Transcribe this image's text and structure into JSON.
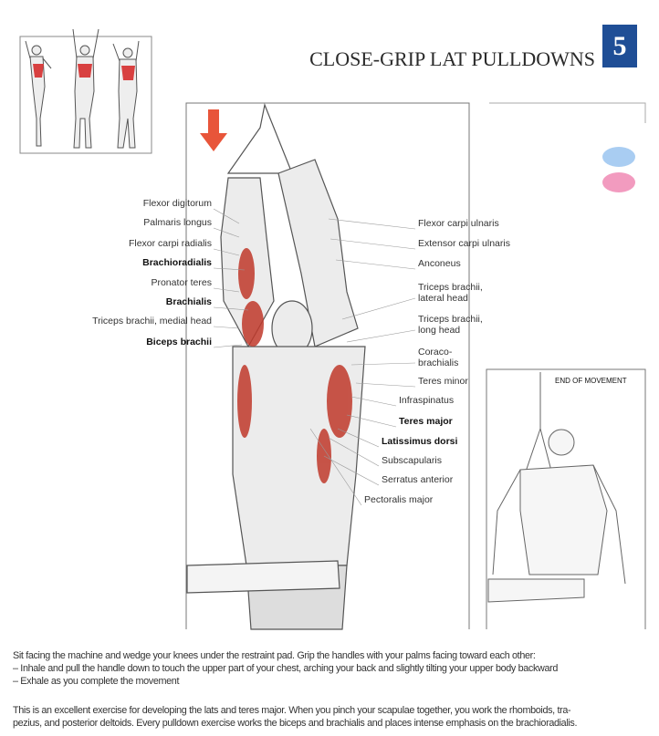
{
  "header": {
    "title": "CLOSE-GRIP LAT PULLDOWNS",
    "number": "5"
  },
  "labels_left": [
    {
      "text": "Flexor digitorum",
      "bold": false
    },
    {
      "text": "Palmaris longus",
      "bold": false
    },
    {
      "text": "Flexor carpi radialis",
      "bold": false
    },
    {
      "text": "Brachioradialis",
      "bold": true
    },
    {
      "text": "Pronator teres",
      "bold": false
    },
    {
      "text": "Brachialis",
      "bold": true
    },
    {
      "text": "Triceps brachii, medial head",
      "bold": false
    },
    {
      "text": "Biceps brachii",
      "bold": true
    }
  ],
  "labels_right": [
    {
      "text": "Flexor carpi ulnaris"
    },
    {
      "text": "Extensor carpi ulnaris"
    },
    {
      "text": "Anconeus"
    },
    {
      "text": "Triceps brachii,",
      "text2": "lateral head"
    },
    {
      "text": "Triceps brachii,",
      "text2": "long head"
    },
    {
      "text": "Coraco-",
      "text2": "brachialis"
    },
    {
      "text": "Teres minor"
    },
    {
      "text": "Infraspinatus"
    },
    {
      "text": "Teres major"
    },
    {
      "text": "Latissimus dorsi"
    },
    {
      "text": "Subscapularis"
    },
    {
      "text": "Serratus anterior"
    },
    {
      "text": "Pectoralis major"
    }
  ],
  "inset": {
    "label": "END OF MOVEMENT"
  },
  "instructions": {
    "line1": "Sit facing the machine and wedge your knees under the restraint pad. Grip the handles with your palms facing toward each other:",
    "line2": "– Inhale and pull the handle down to touch the upper part of your chest, arching your back and slightly tilting your upper body backward",
    "line3": "– Exhale as you complete the movement"
  },
  "description": {
    "line1": "This is an excellent exercise for developing the lats and teres major. When you pinch your scapulae together, you work the rhomboids, tra-",
    "line2": "pezius, and posterior deltoids. Every pulldown exercise works the biceps and brachialis and places intense emphasis on the brachioradialis."
  },
  "colors": {
    "accent": "#1f4e96",
    "muscle": "#c0392b",
    "arrow": "#e8553a",
    "dot_blue": "#a9cdf2",
    "dot_pink": "#f29bbf"
  }
}
